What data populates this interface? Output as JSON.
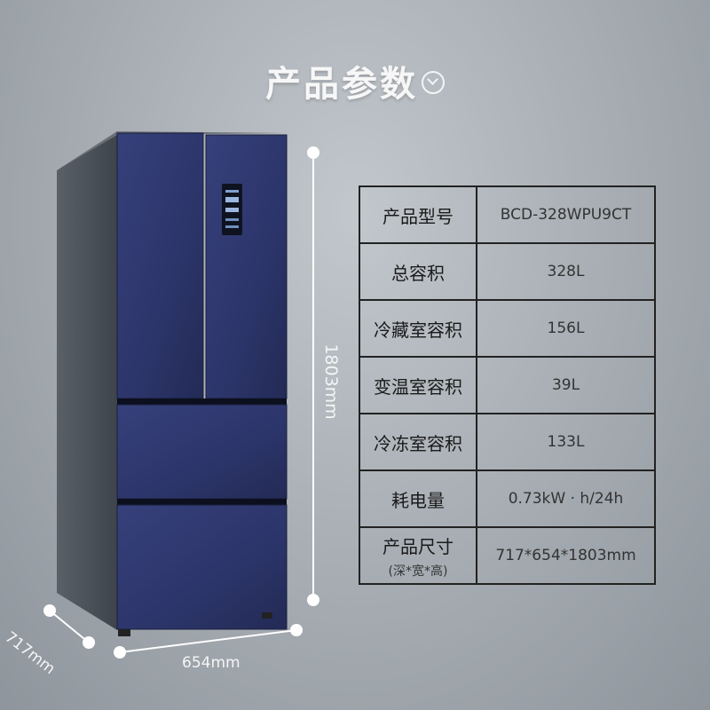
{
  "title": "产品参数",
  "spec_rows": [
    {
      "key": "产品型号",
      "value": "BCD-328WPU9CT"
    },
    {
      "key": "总容积",
      "value": "328L"
    },
    {
      "key": "冷藏室容积",
      "value": "156L"
    },
    {
      "key": "变温室容积",
      "value": "39L"
    },
    {
      "key": "冷冻室容积",
      "value": "133L"
    },
    {
      "key": "耗电量",
      "value": "0.73kW · h/24h"
    },
    {
      "key": "产品尺寸",
      "key_sub": "(深*宽*高)",
      "value": "717*654*1803mm"
    }
  ],
  "dimensions": {
    "height": "1803mm",
    "width": "654mm",
    "depth": "717mm"
  },
  "colors": {
    "fridge_body": "#2c3566",
    "fridge_side": "#4a5058",
    "line": "#ffffff"
  }
}
